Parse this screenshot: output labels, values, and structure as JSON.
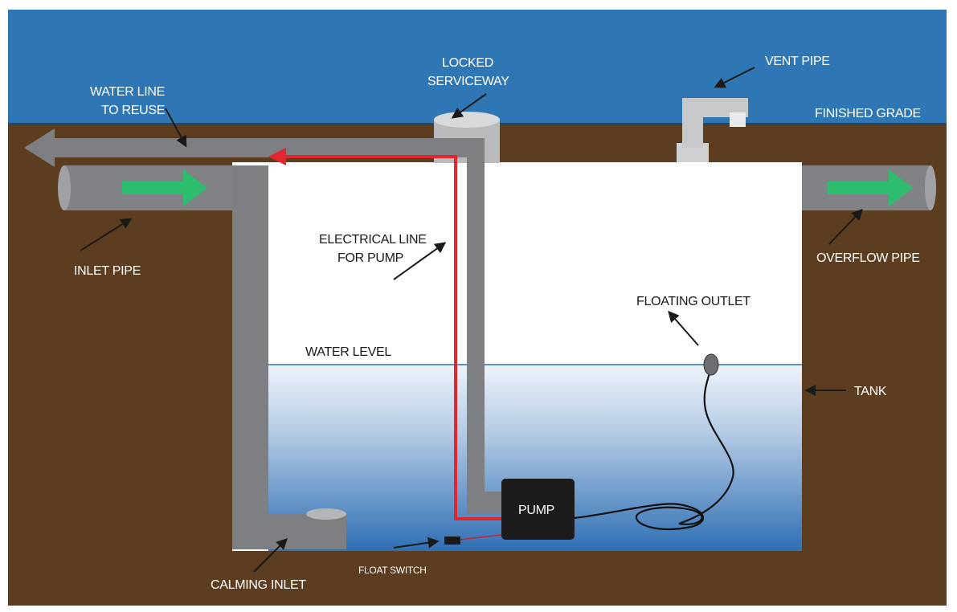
{
  "labels": {
    "water_line_1": "WATER LINE",
    "water_line_2": "TO REUSE",
    "locked_1": "LOCKED",
    "locked_2": "SERVICEWAY",
    "vent_pipe": "VENT PIPE",
    "finished_grade": "FINISHED GRADE",
    "inlet_pipe": "INLET PIPE",
    "electrical_1": "ELECTRICAL LINE",
    "electrical_2": "FOR PUMP",
    "overflow_pipe": "OVERFLOW PIPE",
    "floating_outlet": "FLOATING OUTLET",
    "water_level": "WATER LEVEL",
    "tank": "TANK",
    "pump": "PUMP",
    "calming_inlet": "CALMING INLET",
    "float_switch": "FLOAT SWITCH"
  },
  "colors": {
    "sky": "#2f77b4",
    "soil": "#5c3d20",
    "pipe": "#7d7f82",
    "pipe_light": "#c6c8ca",
    "flow_arrow": "#2dbd6e",
    "electrical_line": "#e1262d",
    "pump": "#1c1c1c",
    "water_top": "#eef3fa",
    "water_bottom": "#2f6fb4"
  }
}
